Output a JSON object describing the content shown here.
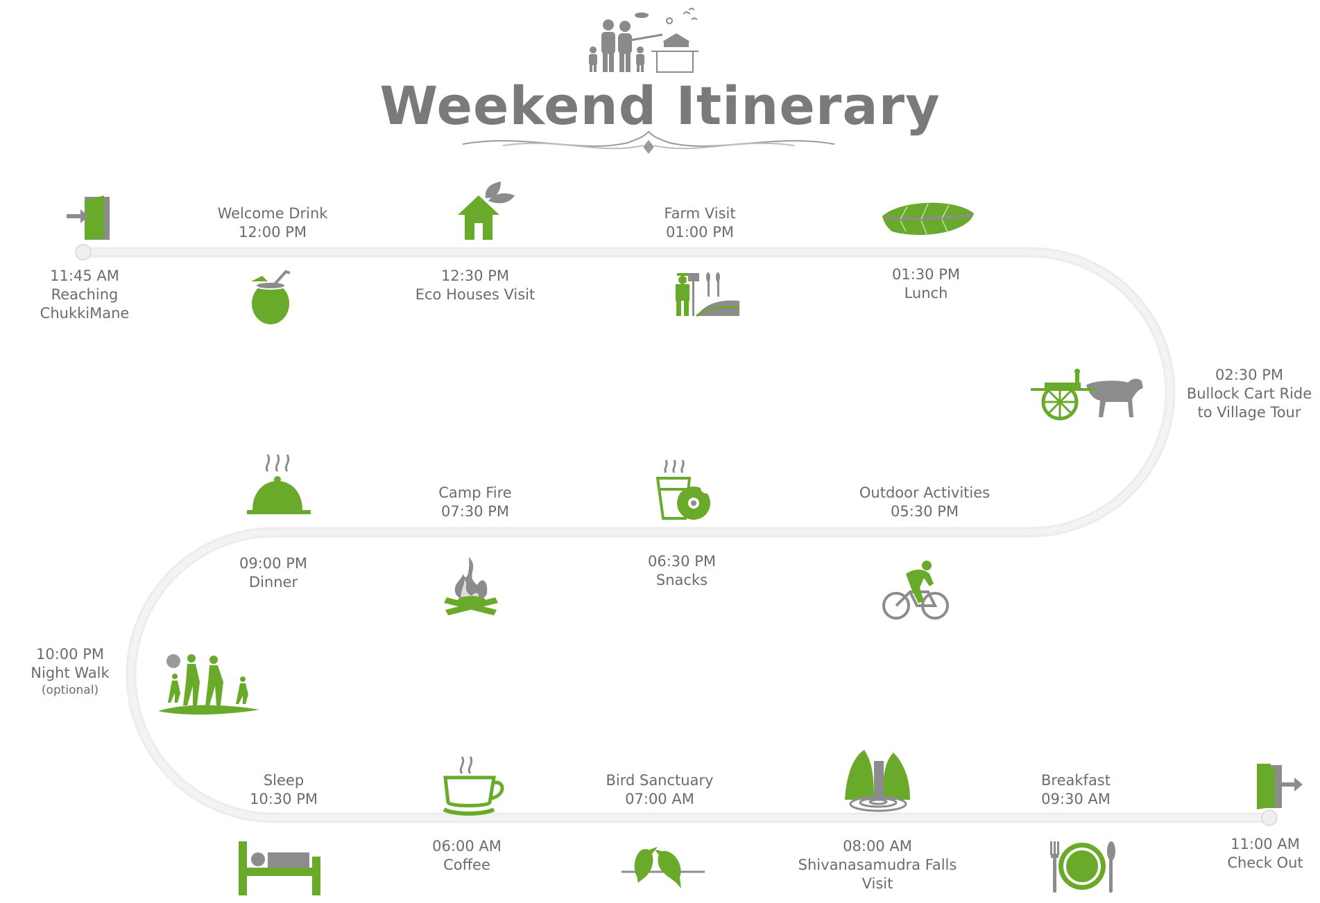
{
  "title": "Weekend Itinerary",
  "colors": {
    "accent": "#6aaa2a",
    "icon_gray": "#8c8c8c",
    "path": "#eeeeee",
    "text": "#6b6b6b"
  },
  "events": [
    {
      "id": "reaching",
      "lines": [
        "11:45 AM",
        "Reaching",
        "ChukkiMane"
      ],
      "icon": "enter-door-icon"
    },
    {
      "id": "welcome-drink",
      "lines": [
        "Welcome Drink",
        "12:00 PM"
      ],
      "icon": "coconut-drink-icon"
    },
    {
      "id": "eco-houses",
      "lines": [
        "12:30 PM",
        "Eco Houses Visit"
      ],
      "icon": "eco-house-icon"
    },
    {
      "id": "farm-visit",
      "lines": [
        "Farm Visit",
        "01:00 PM"
      ],
      "icon": "farmer-icon"
    },
    {
      "id": "lunch",
      "lines": [
        "01:30 PM",
        "Lunch"
      ],
      "icon": "banana-leaf-icon"
    },
    {
      "id": "bullock-cart",
      "lines": [
        "02:30 PM",
        "Bullock Cart Ride",
        "to Village Tour"
      ],
      "icon": "bullock-cart-icon"
    },
    {
      "id": "outdoor",
      "lines": [
        "Outdoor Activities",
        "05:30 PM"
      ],
      "icon": "cyclist-icon"
    },
    {
      "id": "snacks",
      "lines": [
        "06:30 PM",
        "Snacks"
      ],
      "icon": "snacks-icon"
    },
    {
      "id": "camp-fire",
      "lines": [
        "Camp Fire",
        "07:30 PM"
      ],
      "icon": "campfire-icon"
    },
    {
      "id": "dinner",
      "lines": [
        "09:00 PM",
        "Dinner"
      ],
      "icon": "cloche-icon"
    },
    {
      "id": "night-walk",
      "lines": [
        "10:00 PM",
        "Night Walk",
        "(optional)"
      ],
      "icon": "family-walk-icon"
    },
    {
      "id": "sleep",
      "lines": [
        "Sleep",
        "10:30 PM"
      ],
      "icon": "bed-icon"
    },
    {
      "id": "coffee",
      "lines": [
        "06:00 AM",
        "Coffee"
      ],
      "icon": "coffee-cup-icon"
    },
    {
      "id": "bird-sanctuary",
      "lines": [
        "Bird Sanctuary",
        "07:00 AM"
      ],
      "icon": "birds-icon"
    },
    {
      "id": "falls",
      "lines": [
        "08:00 AM",
        "Shivanasamudra Falls",
        "Visit"
      ],
      "icon": "waterfall-icon"
    },
    {
      "id": "breakfast",
      "lines": [
        "Breakfast",
        "09:30 AM"
      ],
      "icon": "plate-cutlery-icon"
    },
    {
      "id": "check-out",
      "lines": [
        "11:00 AM",
        "Check Out"
      ],
      "icon": "exit-door-icon"
    }
  ]
}
